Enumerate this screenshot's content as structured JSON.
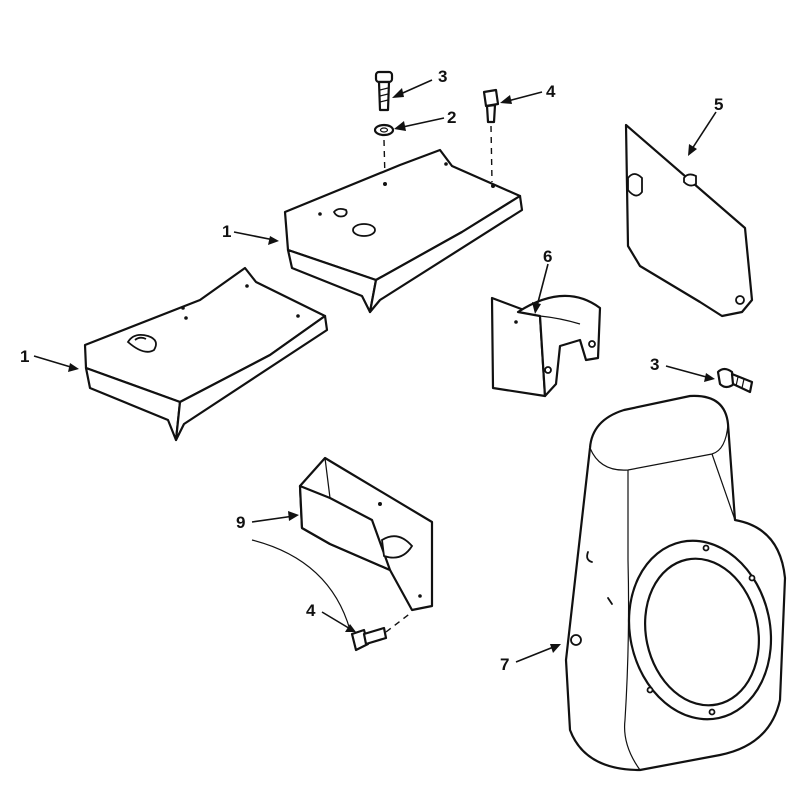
{
  "callouts": [
    {
      "id": "c3-top",
      "label": "3"
    },
    {
      "id": "c4-top",
      "label": "4"
    },
    {
      "id": "c2",
      "label": "2"
    },
    {
      "id": "c5",
      "label": "5"
    },
    {
      "id": "c1-upper",
      "label": "1"
    },
    {
      "id": "c6",
      "label": "6"
    },
    {
      "id": "c1-lower",
      "label": "1"
    },
    {
      "id": "c3-right",
      "label": "3"
    },
    {
      "id": "c9",
      "label": "9"
    },
    {
      "id": "c4-lower",
      "label": "4"
    },
    {
      "id": "c7",
      "label": "7"
    }
  ]
}
